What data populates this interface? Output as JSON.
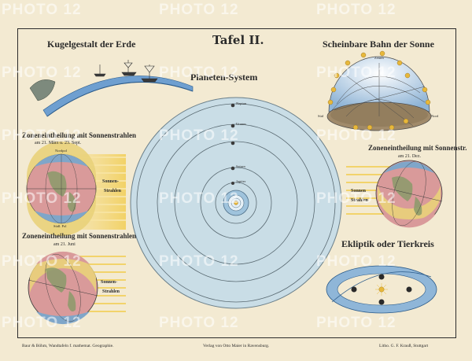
{
  "plate": {
    "title": "Tafel II.",
    "center_title": "Planeten-System",
    "top_left_title": "Kugelgestalt der Erde",
    "top_right_title": "Scheinbare Bahn der Sonne",
    "zone1_title": "Zoneneintheilung mit Sonnenstrahlen",
    "zone1_sub": "am 21. März u. 23. Sept.",
    "zone2_title": "Zoneneintheilung mit Sonnenstrahlen",
    "zone2_sub": "am 21. Juni",
    "zone3_title": "Zoneneintheilung mit Sonnenstr.",
    "zone3_sub": "am 21. Dez.",
    "ecliptic_title": "Ekliptik oder Tierkreis",
    "sun_rays_1": "Sonnen-",
    "sun_rays_2": "Strahlen",
    "sun_rays_right_1": "Sonnen",
    "sun_rays_right_2": "Strahlen",
    "north_pole": "Nordpol",
    "south_pole": "Südl. Pol",
    "zenith": "Zenith",
    "nord": "Nord",
    "sud": "Süd",
    "footer_left": "Baur & Böhm, Wandtafeln f. mathemat. Geographie.",
    "footer_center": "Verlag von Otto Maier in Ravensburg.",
    "footer_right": "Litho. G. F. Krauß, Stuttgart"
  },
  "planets": [
    "Neptun",
    "Uranus",
    "Saturn",
    "Jupiter"
  ],
  "watermark": "PHOTO 12",
  "colors": {
    "paper": "#f3ead2",
    "orbit_fill": "#c9dde6",
    "sun": "#e8b83a",
    "globe_pink": "#d99a9a",
    "globe_yellow": "#e9d27a",
    "globe_blue": "#7fa6c9",
    "ring_blue": "#8fb6d8"
  }
}
